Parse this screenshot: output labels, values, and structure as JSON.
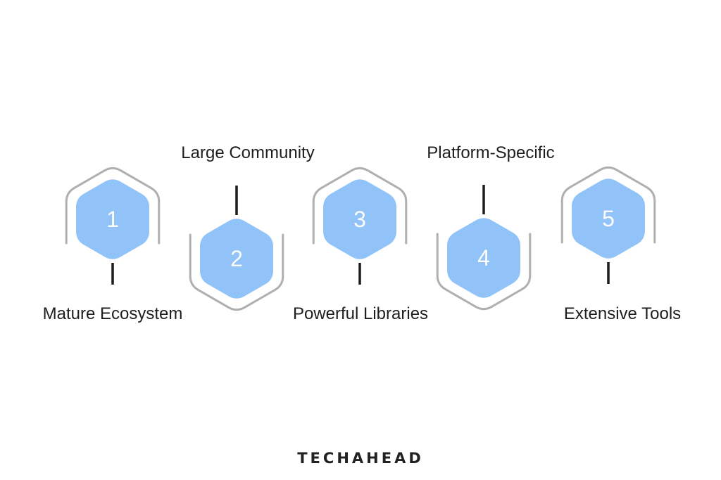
{
  "colors": {
    "background": "#ffffff",
    "hex_fill": "#91C3F9",
    "arc_stroke": "#AFAFAF",
    "line_stroke": "#1C1C1C",
    "number_color": "#FDFDFD",
    "label_color": "#1E1E1E",
    "brand_color": "#222222"
  },
  "steps": [
    {
      "number": "1",
      "label": "Mature Ecosystem",
      "label_position": "below"
    },
    {
      "number": "2",
      "label": "Large Community",
      "label_position": "above"
    },
    {
      "number": "3",
      "label": "Powerful Libraries",
      "label_position": "below"
    },
    {
      "number": "4",
      "label": "Platform-Specific",
      "label_position": "above"
    },
    {
      "number": "5",
      "label": "Extensive Tools",
      "label_position": "below"
    }
  ],
  "footer": {
    "brand": "TECHAHEAD"
  }
}
